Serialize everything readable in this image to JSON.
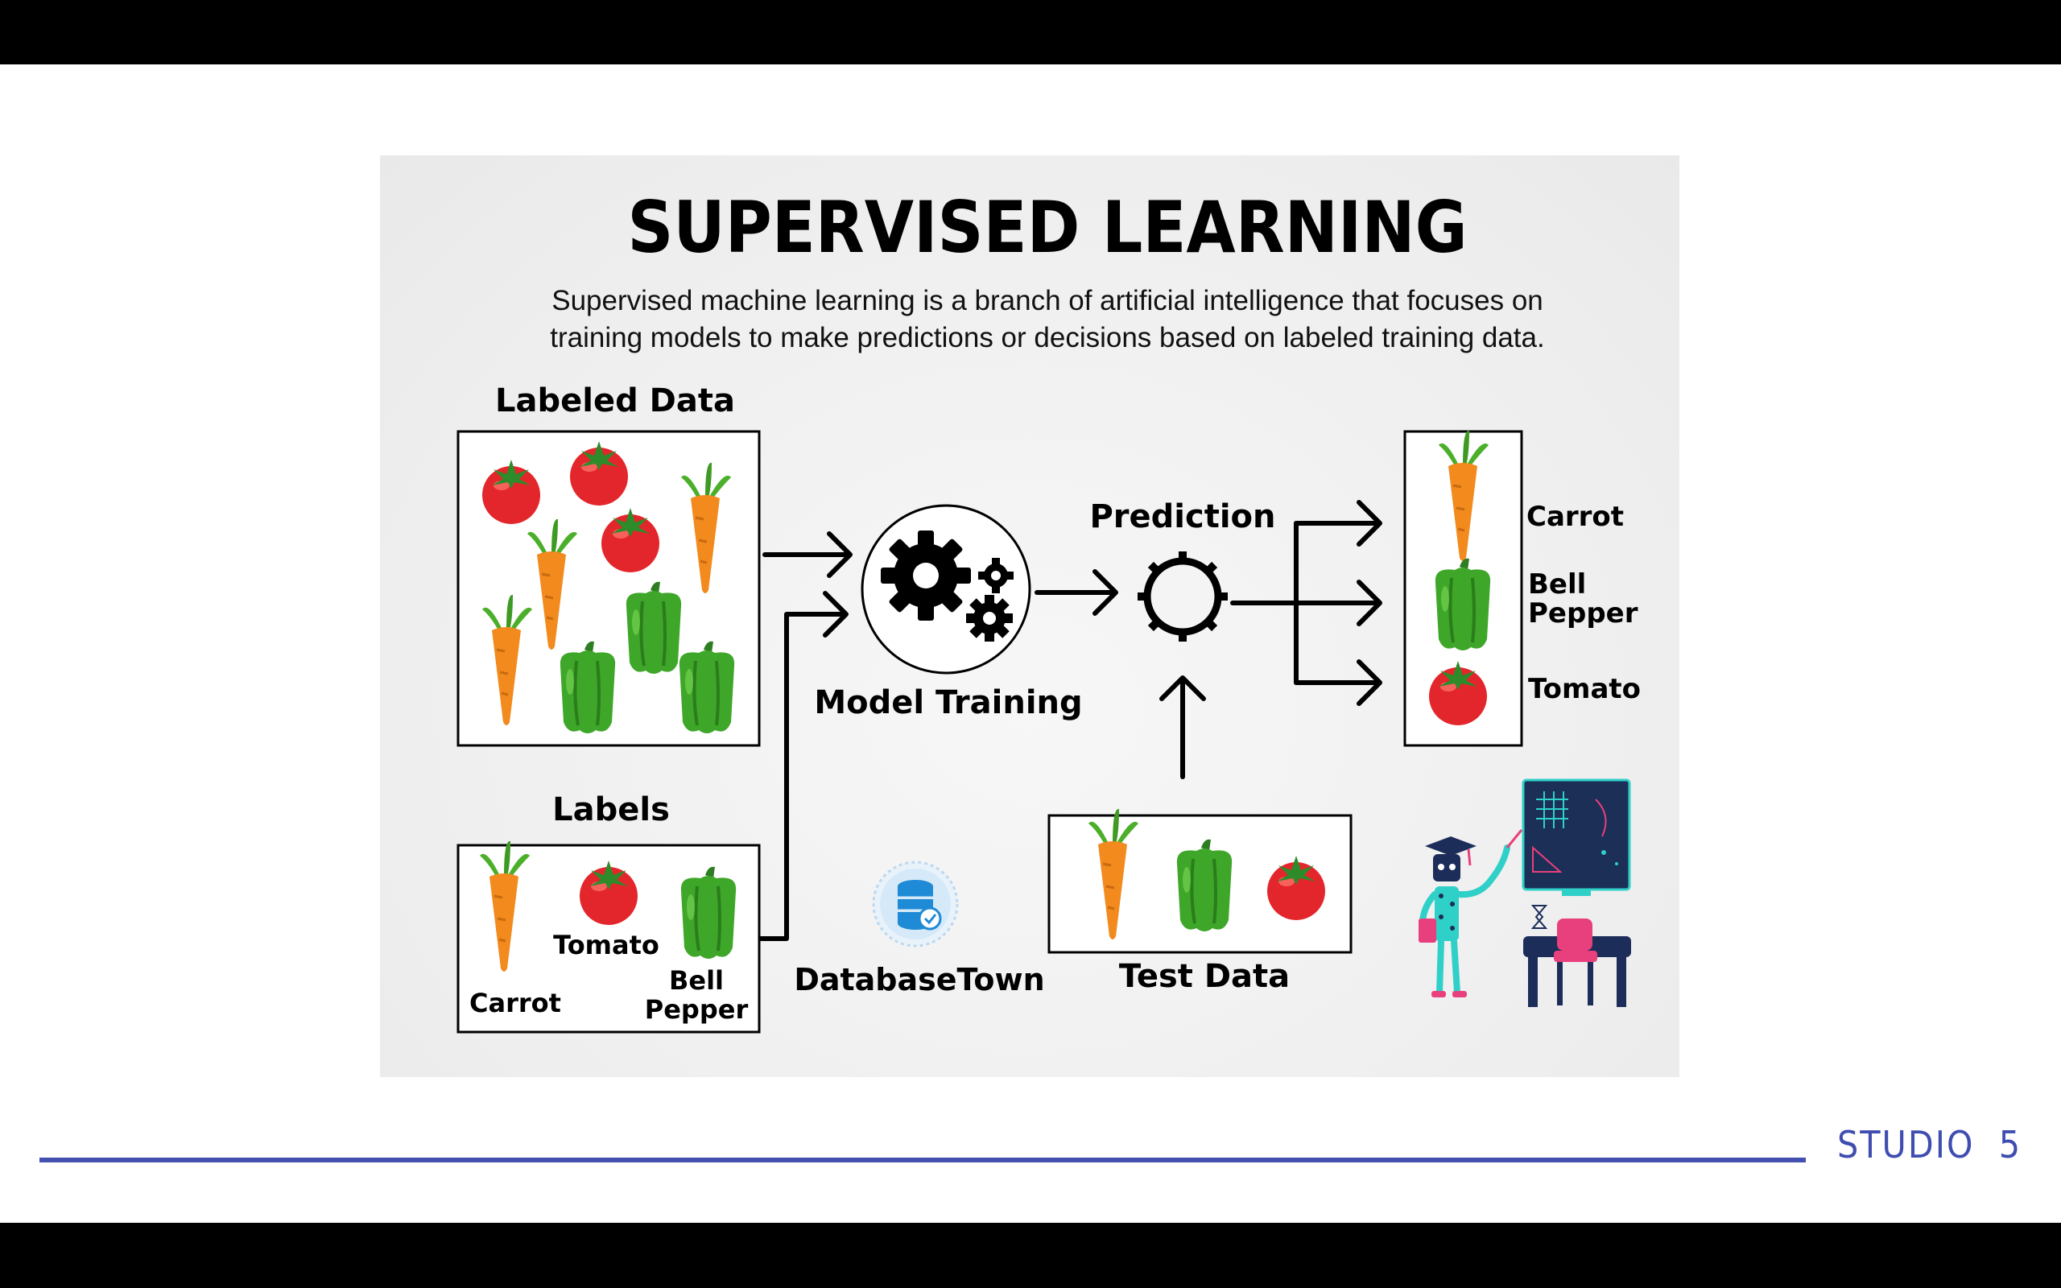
{
  "diagram": {
    "title": "SUPERVISED LEARNING",
    "description_line1": "Supervised machine learning is a branch of artificial intelligence that focuses on",
    "description_line2": "training models to make predictions or decisions based on labeled training data.",
    "labeled_data_title": "Labeled Data",
    "labels_title": "Labels",
    "labels": {
      "carrot": "Carrot",
      "tomato": "Tomato",
      "bell_line1": "Bell",
      "bell_line2": "Pepper"
    },
    "model_training_label": "Model Training",
    "prediction_label": "Prediction",
    "test_data_label": "Test Data",
    "database_label": "DatabaseTown",
    "outputs": {
      "carrot": "Carrot",
      "bell_line1": "Bell",
      "bell_line2": "Pepper",
      "tomato": "Tomato"
    }
  },
  "footer": {
    "brand": "STUDIO  5"
  },
  "colors": {
    "tomato": "#e3262b",
    "carrot": "#f28a1e",
    "leaf": "#4caf2a",
    "pepper": "#3ea628",
    "accent_blue": "#4450b0"
  },
  "icons": [
    "tomato-icon",
    "carrot-icon",
    "bell-pepper-icon",
    "gears-icon",
    "gear-outline-icon",
    "database-icon",
    "robot-teacher-icon",
    "chalkboard-icon"
  ]
}
